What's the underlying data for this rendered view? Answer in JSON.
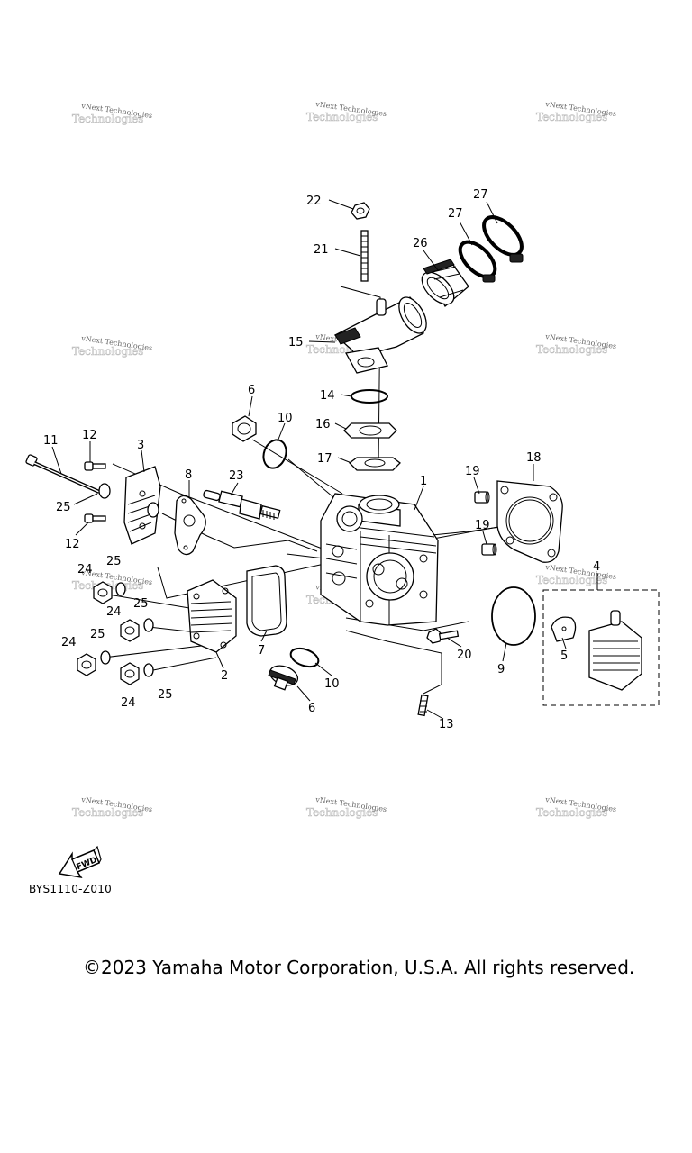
{
  "watermark": {
    "line1": "vNext Technologies",
    "line2": "Technologies"
  },
  "callouts": [
    "1",
    "2",
    "3",
    "4",
    "5",
    "6",
    "6",
    "7",
    "8",
    "9",
    "10",
    "10",
    "11",
    "12",
    "12",
    "13",
    "14",
    "15",
    "16",
    "17",
    "18",
    "19",
    "19",
    "20",
    "21",
    "22",
    "23",
    "24",
    "24",
    "24",
    "25",
    "25",
    "25",
    "25",
    "25",
    "26",
    "27",
    "27"
  ],
  "fwd_label": "FWD",
  "diagram_code": "BYS1110-Z010",
  "copyright": "©2023 Yamaha Motor Corporation, U.S.A. All rights reserved."
}
